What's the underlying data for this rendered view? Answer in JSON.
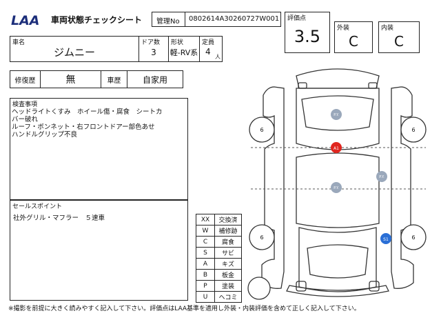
{
  "header": {
    "logo_text": "LAA",
    "title": "車両状態チェックシート",
    "management_label": "管理No",
    "management_no": "0802614A30260727W001"
  },
  "scores": {
    "overall_label": "評価点",
    "overall_value": "3.5",
    "exterior_label": "外装",
    "exterior_value": "C",
    "interior_label": "内装",
    "interior_value": "C"
  },
  "vehicle": {
    "name_label": "車名",
    "name": "ジムニー",
    "doors_label": "ドア数",
    "doors": "3",
    "type_label": "形状",
    "type": "軽-RV系",
    "capacity_label": "定員",
    "capacity": "4",
    "capacity_unit": "人"
  },
  "history": {
    "repair_label": "修復歴",
    "repair_value": "無",
    "usage_label": "車歴",
    "usage_value": "自家用"
  },
  "inspection": {
    "label": "検査事項",
    "lines": [
      "ヘッドライトくすみ　ホイール傷・腐食　シートカ",
      "バー破れ",
      "ルーフ・ボンネット・右フロントドアー部色あせ",
      "ハンドルグリップ不良"
    ]
  },
  "sales": {
    "label": "セールスポイント",
    "text": "社外グリル・マフラー　５速車"
  },
  "legend": [
    {
      "code": "XX",
      "meaning": "交換済"
    },
    {
      "code": "W",
      "meaning": "補修跡"
    },
    {
      "code": "C",
      "meaning": "腐食"
    },
    {
      "code": "S",
      "meaning": "サビ"
    },
    {
      "code": "A",
      "meaning": "キズ"
    },
    {
      "code": "B",
      "meaning": "板金"
    },
    {
      "code": "P",
      "meaning": "塗装"
    },
    {
      "code": "U",
      "meaning": "ヘコミ"
    }
  ],
  "diagram_marks": {
    "tire_depth": "6",
    "paint_mark": "P.Y.",
    "scratch_mark": "A1",
    "rust_mark": "S1"
  },
  "colors": {
    "red_mark": "#e0261f",
    "blue_mark": "#2a6fd6",
    "grey_mark": "#9aa8bb",
    "logo_blue": "#1c2e7a"
  },
  "footer": {
    "note": "※撮影を前提に大きく読みやすく記入して下さい。評価点はLAA基準を適用し外装・内装評価を含めて正しく記入して下さい。"
  }
}
